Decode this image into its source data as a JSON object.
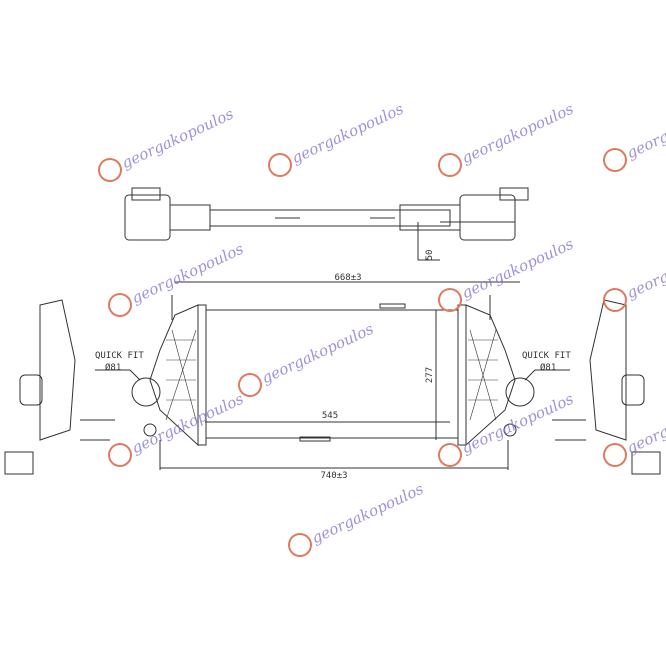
{
  "dimensions": {
    "top_width": "668±3",
    "bottom_width": "740±3",
    "core_width": "545",
    "height": "277",
    "hose_offset": "50"
  },
  "labels": {
    "left_fit_line1": "QUICK FIT",
    "left_fit_line2": "Ø81",
    "right_fit_line1": "QUICK FIT",
    "right_fit_line2": "Ø81"
  },
  "watermark": "georgakopoulos",
  "colors": {
    "line": "#333333",
    "watermark_text": "#7a6fd0",
    "watermark_logo": "#e07a5f"
  }
}
